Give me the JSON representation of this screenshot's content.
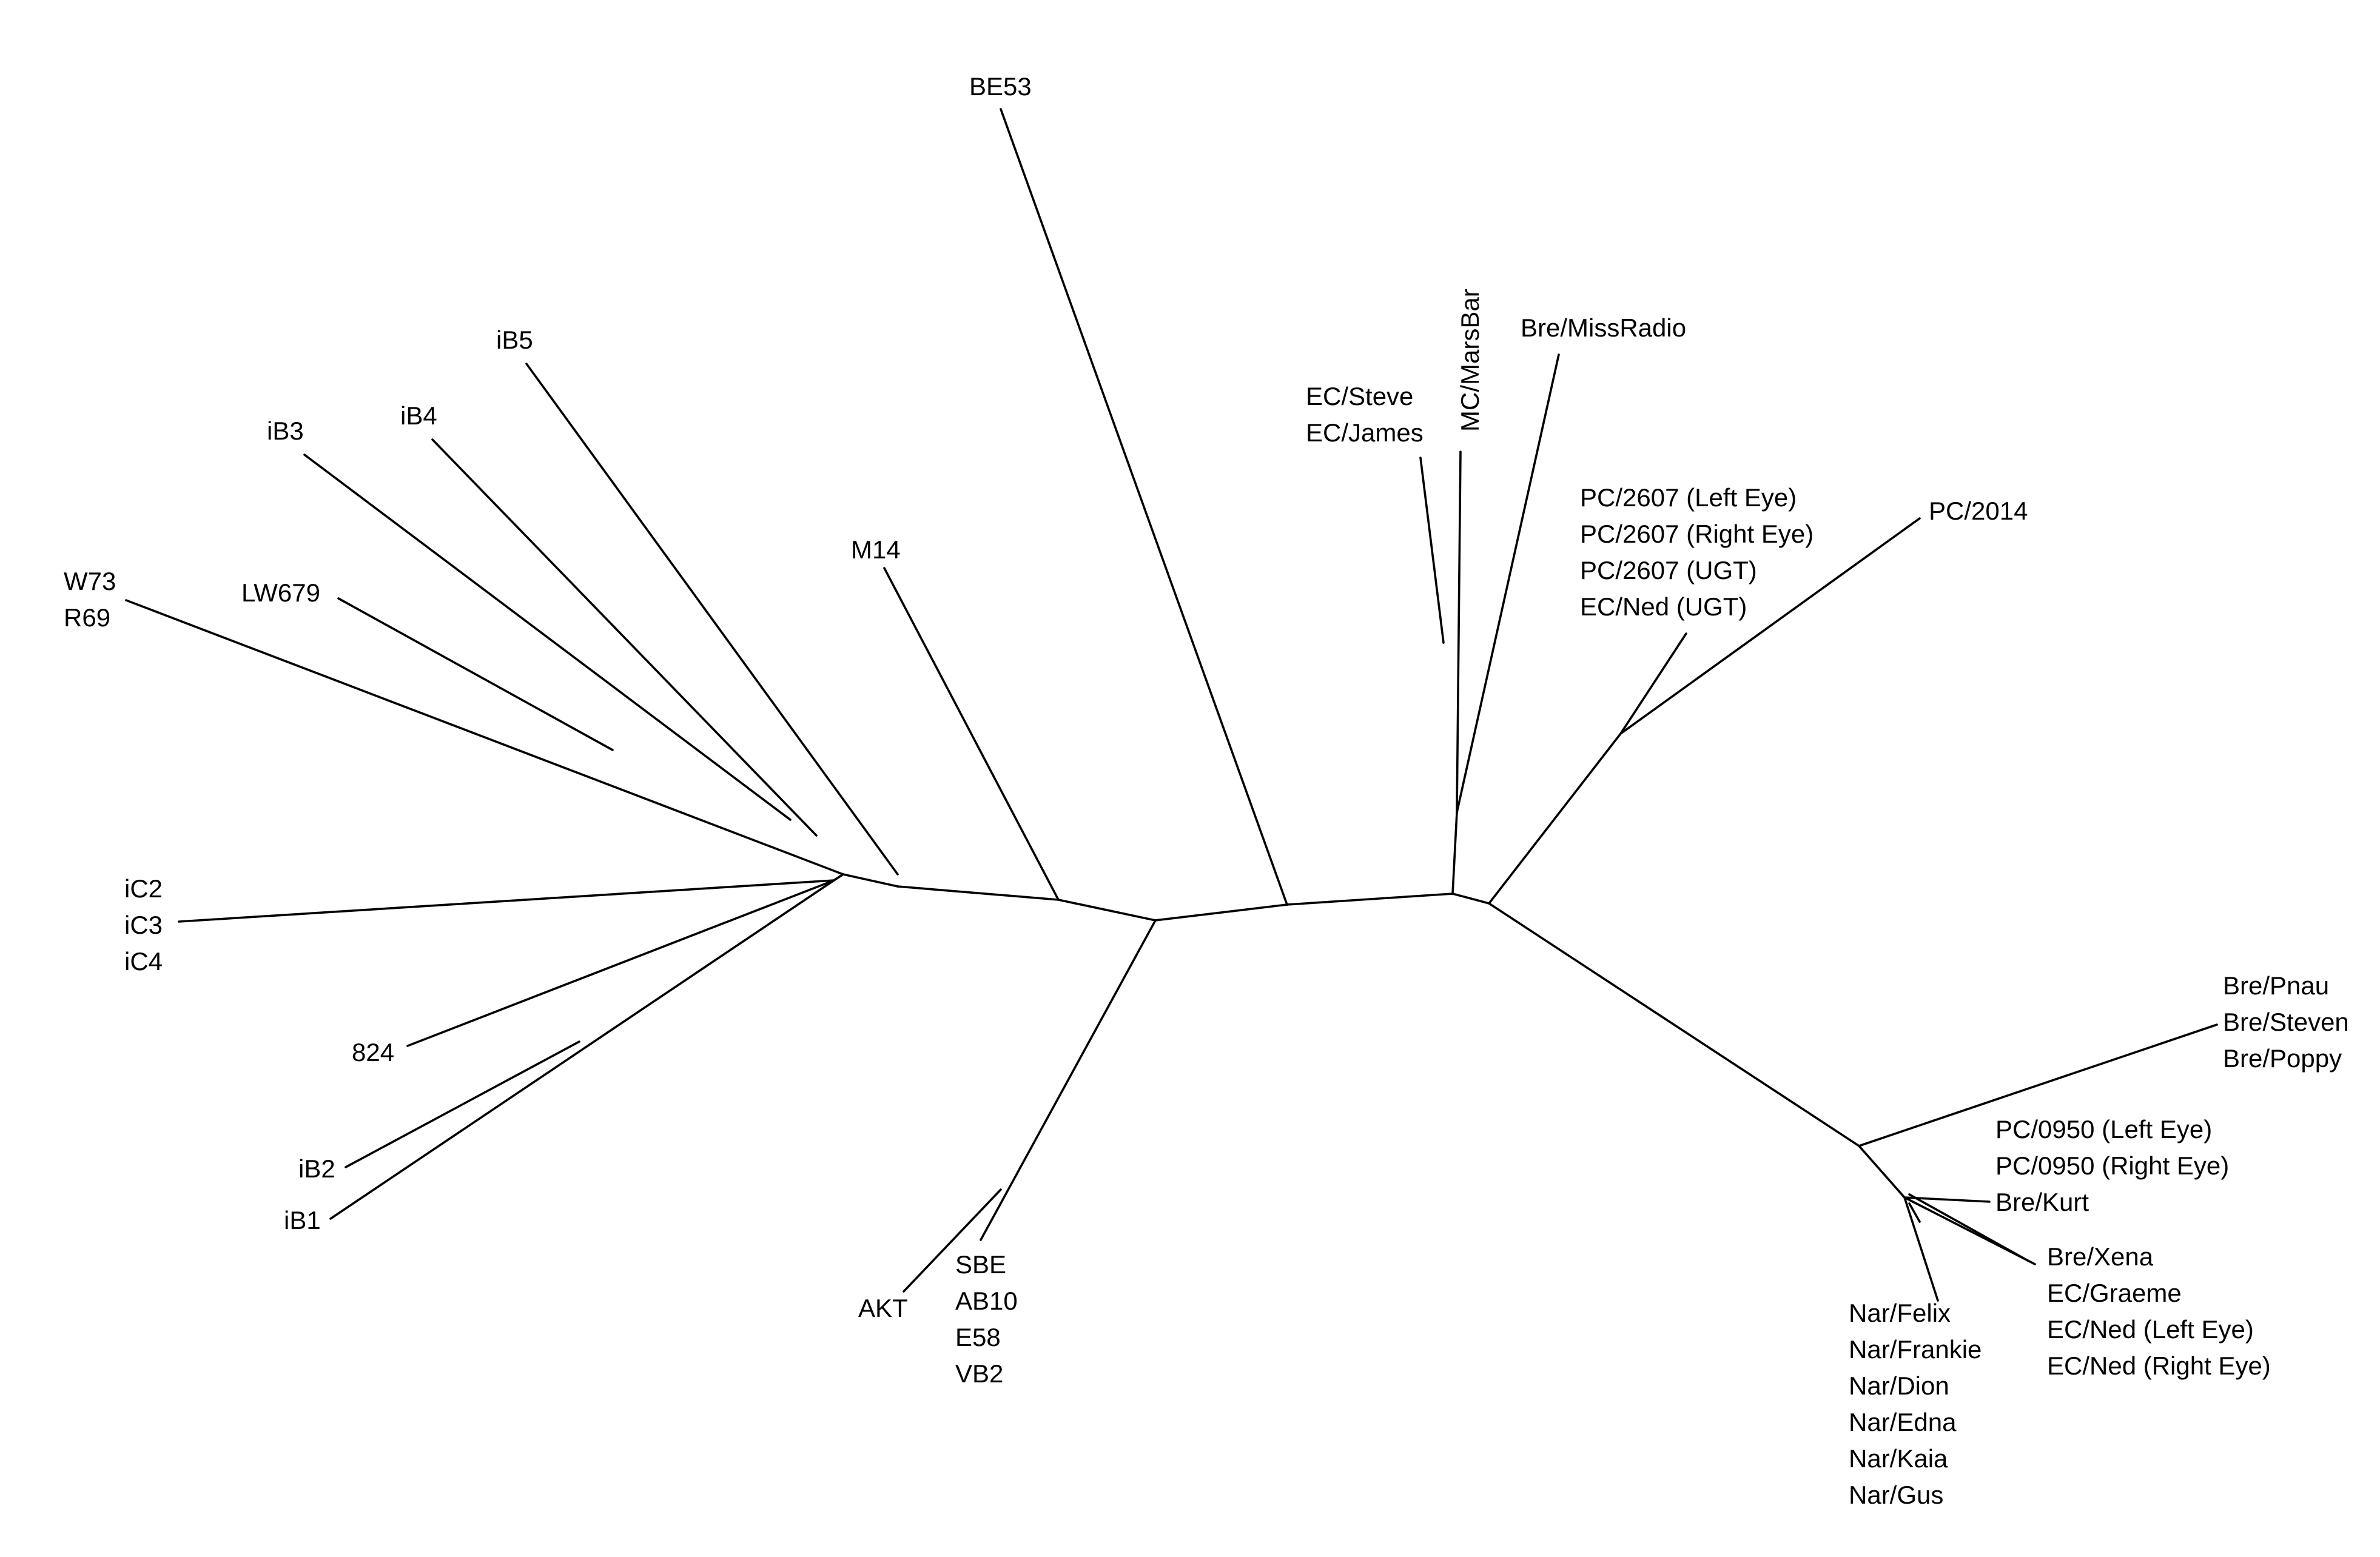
{
  "tree": {
    "leaf_labels": {
      "be53": [
        "BE53"
      ],
      "ib5": [
        "iB5"
      ],
      "ib4": [
        "iB4"
      ],
      "ib3": [
        "iB3"
      ],
      "w73_r69": [
        "W73",
        "R69"
      ],
      "lw679": [
        "LW679"
      ],
      "m14": [
        "M14"
      ],
      "ic": [
        "iC2",
        "iC3",
        "iC4"
      ],
      "n824": [
        "824"
      ],
      "ib2": [
        "iB2"
      ],
      "ib1": [
        "iB1"
      ],
      "akt": [
        "AKT"
      ],
      "sbe_group": [
        "SBE",
        "AB10",
        "E58",
        "VB2"
      ],
      "ec_steve_james": [
        "EC/Steve",
        "EC/James"
      ],
      "mc_marsbar": [
        "MC/MarsBar"
      ],
      "bre_missradio": [
        "Bre/MissRadio"
      ],
      "pc2607_group": [
        "PC/2607 (Left Eye)",
        "PC/2607 (Right Eye)",
        "PC/2607 (UGT)",
        "EC/Ned (UGT)"
      ],
      "pc2014": [
        "PC/2014"
      ],
      "bre_pnau_group": [
        "Bre/Pnau",
        "Bre/Steven",
        "Bre/Poppy"
      ],
      "pc0950_group": [
        "PC/0950 (Left Eye)",
        "PC/0950 (Right Eye)",
        "Bre/Kurt"
      ],
      "bre_xena_group": [
        "Bre/Xena",
        "EC/Graeme",
        "EC/Ned (Left Eye)",
        "EC/Ned (Right Eye)"
      ],
      "nar_group": [
        "Nar/Felix",
        "Nar/Frankie",
        "Nar/Dion",
        "Nar/Edna",
        "Nar/Kaia",
        "Nar/Gus"
      ]
    }
  }
}
